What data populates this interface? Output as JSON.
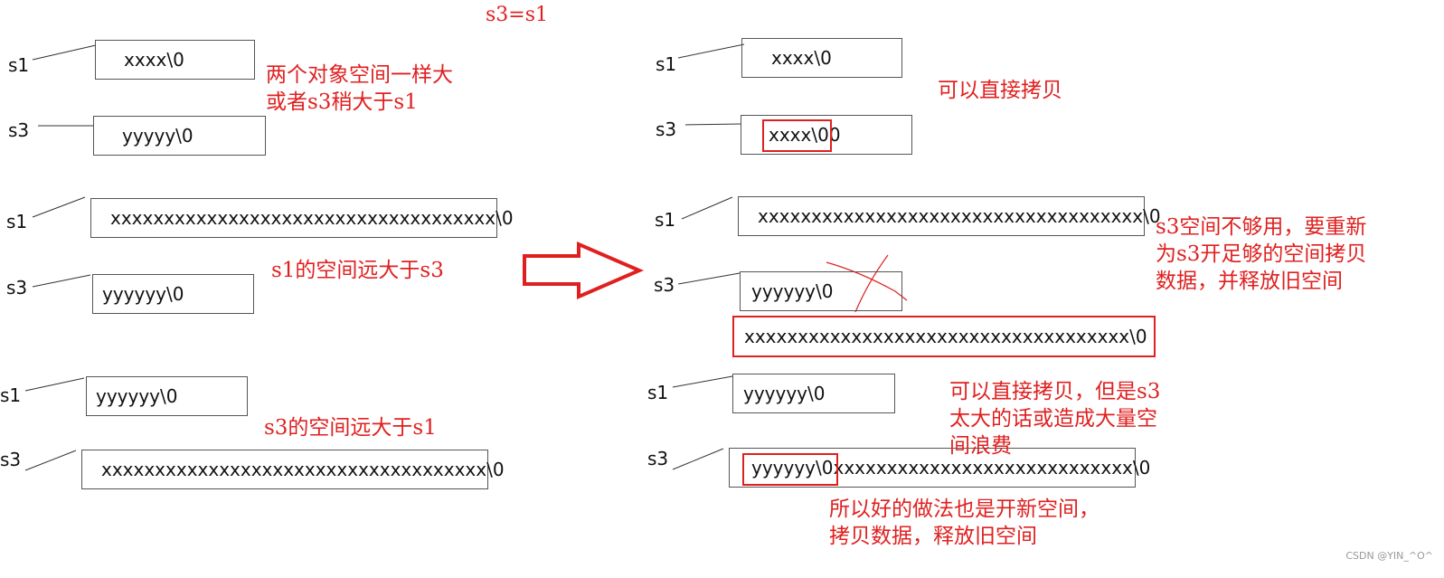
{
  "title": "s3=s1",
  "labels": {
    "s1": "s1",
    "s3": "s3"
  },
  "values": {
    "short_x": "xxxx\\0",
    "short_y": "yyyyy\\0",
    "y6": "yyyyyy\\0",
    "long_x": "xxxxxxxxxxxxxxxxxxxxxxxxxxxxxxxxxxxx\\0",
    "overwritten": "xxxx\\0",
    "overwritten_tail": "0",
    "mixed_head": "yyyyyy\\0",
    "mixed_tail": "xxxxxxxxxxxxxxxxxxxxxxxxxxxx\\0"
  },
  "notes": {
    "case1_l1": "两个对象空间一样大",
    "case1_l2": "或者s3稍大于s1",
    "case2": "s1的空间远大于s3",
    "case3": "s3的空间远大于s1",
    "r_case1": "可以直接拷贝",
    "r_case2_l1": "s3空间不够用，要重新",
    "r_case2_l2": "为s3开足够的空间拷贝",
    "r_case2_l3": "数据，并释放旧空间",
    "r_case3_l1": "可以直接拷贝，但是s3",
    "r_case3_l2": "太大的话或造成大量空",
    "r_case3_l3": "间浪费",
    "r_case3b_l1": "所以好的做法也是开新空间，",
    "r_case3b_l2": "拷贝数据，释放旧空间"
  },
  "watermark": "CSDN @YIN_^O^",
  "colors": {
    "accent": "#e02020",
    "text": "#111111",
    "border": "#555555"
  }
}
